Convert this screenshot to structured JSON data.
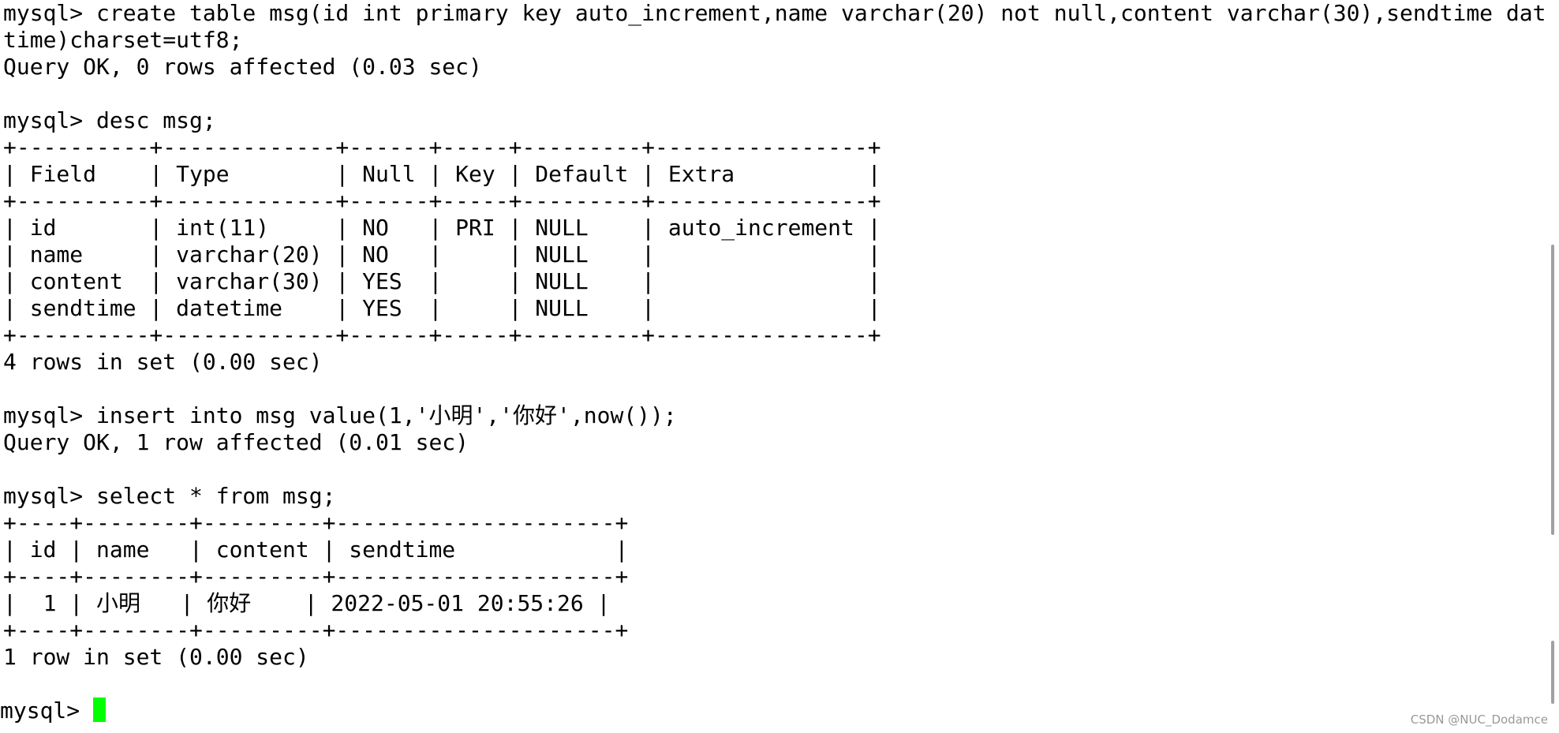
{
  "colors": {
    "background": "#ffffff",
    "text": "#000000",
    "cursor": "#00ff00",
    "scrollbar": "#a0a0a0",
    "watermark": "#999999"
  },
  "terminal": {
    "lines": [
      "mysql> create table msg(id int primary key auto_increment,name varchar(20) not null,content varchar(30),sendtime date",
      "time)charset=utf8;",
      "Query OK, 0 rows affected (0.03 sec)",
      "",
      "mysql> desc msg;",
      "+----------+-------------+------+-----+---------+----------------+",
      "| Field    | Type        | Null | Key | Default | Extra          |",
      "+----------+-------------+------+-----+---------+----------------+",
      "| id       | int(11)     | NO   | PRI | NULL    | auto_increment |",
      "| name     | varchar(20) | NO   |     | NULL    |                |",
      "| content  | varchar(30) | YES  |     | NULL    |                |",
      "| sendtime | datetime    | YES  |     | NULL    |                |",
      "+----------+-------------+------+-----+---------+----------------+",
      "4 rows in set (0.00 sec)",
      "",
      "mysql> insert into msg value(1,'小明','你好',now());",
      "Query OK, 1 row affected (0.01 sec)",
      "",
      "mysql> select * from msg;",
      "+----+--------+---------+---------------------+",
      "| id | name   | content | sendtime            |",
      "+----+--------+---------+---------------------+",
      "|  1 | 小明   | 你好    | 2022-05-01 20:55:26 |",
      "+----+--------+---------+---------------------+",
      "1 row in set (0.00 sec)",
      ""
    ],
    "prompt": "mysql> "
  },
  "watermark": "CSDN @NUC_Dodamce"
}
